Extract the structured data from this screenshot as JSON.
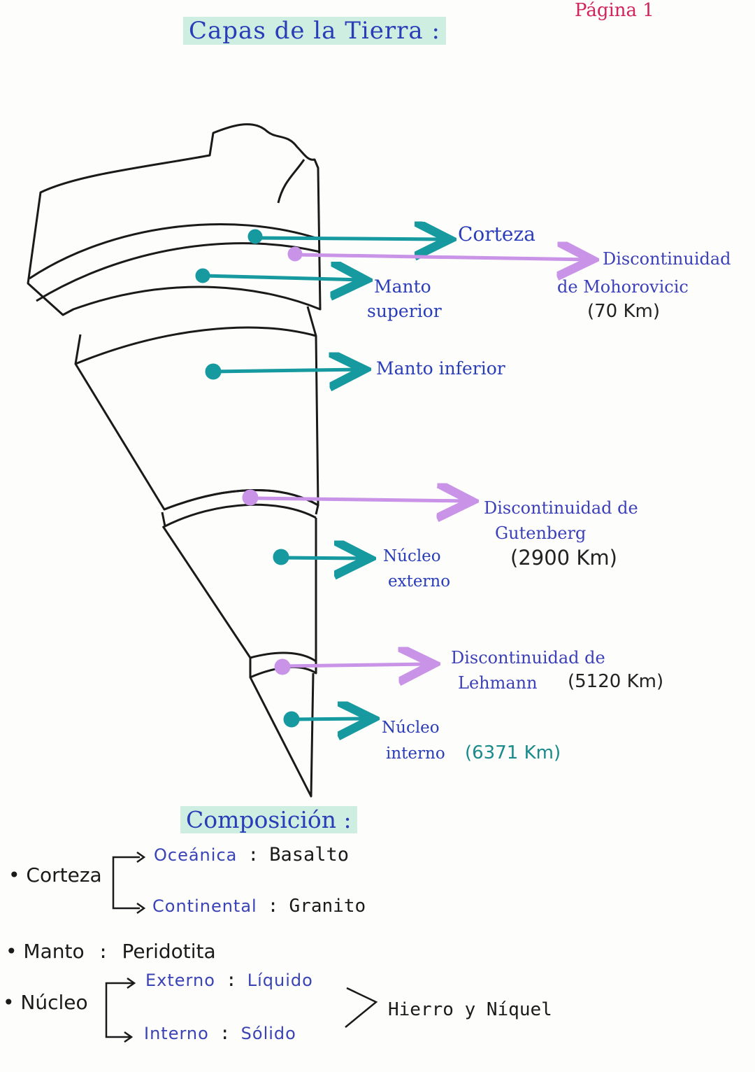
{
  "header": {
    "title": "Capas de la Tierra :",
    "page_label": "Página 1"
  },
  "diagram": {
    "labels": {
      "corteza": "Corteza",
      "moho_line1": "Discontinuidad",
      "moho_line2": "de Mohorovicic",
      "moho_depth": "(70 Km)",
      "manto_sup_line1": "Manto",
      "manto_sup_line2": "superior",
      "manto_inf": "Manto inferior",
      "gutenberg_line1": "Discontinuidad de",
      "gutenberg_line2": "Gutenberg",
      "gutenberg_depth": "(2900 Km)",
      "nucleo_ext_line1": "Núcleo",
      "nucleo_ext_line2": "externo",
      "lehmann_line1": "Discontinuidad de",
      "lehmann_line2": "Lehmann",
      "lehmann_depth": "(5120 Km)",
      "nucleo_int_line1": "Núcleo",
      "nucleo_int_line2": "interno",
      "nucleo_int_depth": "(6371 Km)"
    },
    "colors": {
      "layer_arrow": "#169aa0",
      "discontinuity_arrow": "#c993e8",
      "outline": "#1a1a1a",
      "highlight": "#cdeee0"
    }
  },
  "composition": {
    "title": "Composición :",
    "corteza_label": "• Corteza",
    "oceanica": "Oceánica",
    "oceanica_value": "Basalto",
    "continental": "Continental",
    "continental_value": "Granito",
    "manto_label": "• Manto",
    "manto_value": "Peridotita",
    "nucleo_label": "• Núcleo",
    "externo": "Externo",
    "externo_value": "Líquido",
    "interno": "Interno",
    "interno_value": "Sólido",
    "nucleo_composition": "Hierro y Níquel",
    "separator": ":"
  }
}
